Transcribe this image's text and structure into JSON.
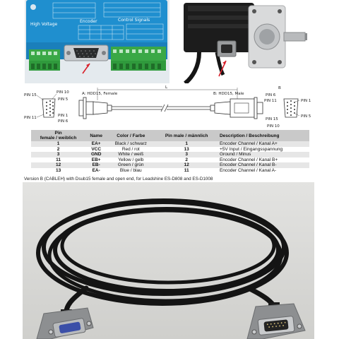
{
  "driver_photo": {
    "labels": {
      "high_voltage": "High Voltage",
      "encoder": "Encoder",
      "control_signals": "Control Signals"
    }
  },
  "diagram": {
    "female_label": "A: HDD15, Female",
    "male_label": "B: HDD15, Male",
    "length_label": "L",
    "left_pins": {
      "p10": "PIN 10",
      "p5": "PIN 5",
      "p11": "PIN 11",
      "p1": "PIN 1",
      "p15": "PIN 15",
      "p6": "PIN 6"
    },
    "right_pins": {
      "p6": "PIN 6",
      "p11": "PIN 11",
      "p1": "PIN 1",
      "p5": "PIN 5",
      "p15": "PIN 15",
      "p10": "PIN 10"
    },
    "side_a": "A",
    "side_b": "B"
  },
  "pin_table": {
    "headers": {
      "pin_female": "Pin",
      "pin_female_sub": "female / weiblich",
      "name": "Name",
      "color": "Color / Farbe",
      "pin_male": "Pin male / männlich",
      "description": "Description / Beschreibung"
    },
    "rows": [
      {
        "pin_f": "1",
        "name": "EA+",
        "color": "Black / schwarz",
        "pin_m": "1",
        "desc": "Encoder Channel / Kanal A+"
      },
      {
        "pin_f": "2",
        "name": "VCC",
        "color": "Red / rot",
        "pin_m": "13",
        "desc": "+5V Input / Eingangsspannung"
      },
      {
        "pin_f": "3",
        "name": "GND",
        "color": "White / weiß",
        "pin_m": "3",
        "desc": "Ground / Minus"
      },
      {
        "pin_f": "11",
        "name": "EB+",
        "color": "Yellow / gelb",
        "pin_m": "2",
        "desc": "Encoder Channel / Kanal B+"
      },
      {
        "pin_f": "12",
        "name": "EB-",
        "color": "Green / grün",
        "pin_m": "12",
        "desc": "Encoder Channel / Kanal B-"
      },
      {
        "pin_f": "13",
        "name": "EA-",
        "color": "Blue / blau",
        "pin_m": "11",
        "desc": "Encoder Channel / Kanal A-"
      }
    ]
  },
  "version_note": "Version B (CABLEH) with Dsub15 female and open end, for Leadshine ES-D808 and ES-D1008",
  "colors": {
    "driver_blue": "#1f8fcf",
    "terminal_green": "#38b14b",
    "cable_black": "#1a1a1a",
    "connector_grey": "#8d8f91",
    "arrow_red": "#d8202a"
  }
}
